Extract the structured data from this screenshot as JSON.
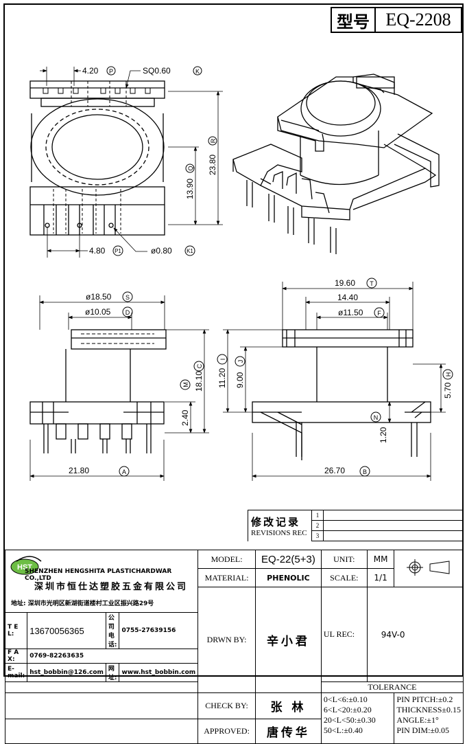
{
  "title": {
    "cn": "型号",
    "part": "EQ-2208"
  },
  "dims": {
    "pitch": "4.20",
    "pitch_ref": "P",
    "sq": "SQ0.60",
    "sq_ref": "K",
    "h238": "23.80",
    "h238_ref": "R",
    "h139": "13.90",
    "h139_ref": "Q",
    "p480": "4.80",
    "p480_ref": "P1",
    "d080": "ø0.80",
    "d080_ref": "K1",
    "d1850": "ø18.50",
    "d1850_ref": "S",
    "d1005": "ø10.05",
    "d1005_ref": "D",
    "h1810": "18.10",
    "h1810_ref": "C",
    "h240": "2.40",
    "h240_ref": "M",
    "w2180": "21.80",
    "w2180_ref": "A",
    "w1960": "19.60",
    "w1960_ref": "T",
    "w1440": "14.40",
    "d1150": "ø11.50",
    "d1150_ref": "F",
    "h1120": "11.20",
    "h1120_ref": "I",
    "h900": "9.00",
    "h900_ref": "J",
    "h570": "5.70",
    "h570_ref": "H",
    "n_ref": "N",
    "h120": "1.20",
    "w2670": "26.70",
    "w2670_ref": "B"
  },
  "revisions": {
    "title_cn": "修改记录",
    "title_en": "REVISIONS REC",
    "nums": [
      "1",
      "2",
      "3"
    ]
  },
  "company": {
    "logo": "HST",
    "name_en": "SHENZHEN HENGSHITA PLASTICHARDWAR CO.,LTD",
    "name_cn": "深圳市恒仕达塑胶五金有限公司",
    "address": "地址: 深圳市光明区新湖街道楼村工业区振兴路29号",
    "tel_label": "T E L:",
    "tel": "13670056365",
    "co_phone_label": "公司电话:",
    "co_phone": "0755-27639156",
    "fax_label": "F A X:",
    "fax": "0769-82263635",
    "email_label": "E-mail:",
    "email": "hst_bobbin@126.com",
    "web_label": "网 址:",
    "web": "www.hst_bobbin.com"
  },
  "block": {
    "model_label": "MODEL:",
    "model": "EQ-22(5+3)",
    "material_label": "MATERIAL:",
    "material": "PHENOLIC",
    "drawn_label": "DRWN BY:",
    "drawn": "辛小君",
    "check_label": "CHECK BY:",
    "check": "张  林",
    "approved_label": "APPROVED:",
    "approved": "唐传华",
    "unit_label": "UNIT:",
    "unit": "MM",
    "scale_label": "SCALE:",
    "scale": "1/1",
    "ul_label": "UL REC:",
    "ul": "94V-0",
    "tolerance": "TOLERANCE",
    "tol1": "0<L<6:±0.10",
    "tol2": "6<L<20:±0.20",
    "tol3": "20<L<50:±0.30",
    "tol4": "50<L:±0.40",
    "pin_pitch": "PIN PITCH:±0.2",
    "thickness": "THICKNESS±0.15",
    "angle": "ANGLE:±1°",
    "pin_dim": "PIN DIM:±0.05"
  }
}
